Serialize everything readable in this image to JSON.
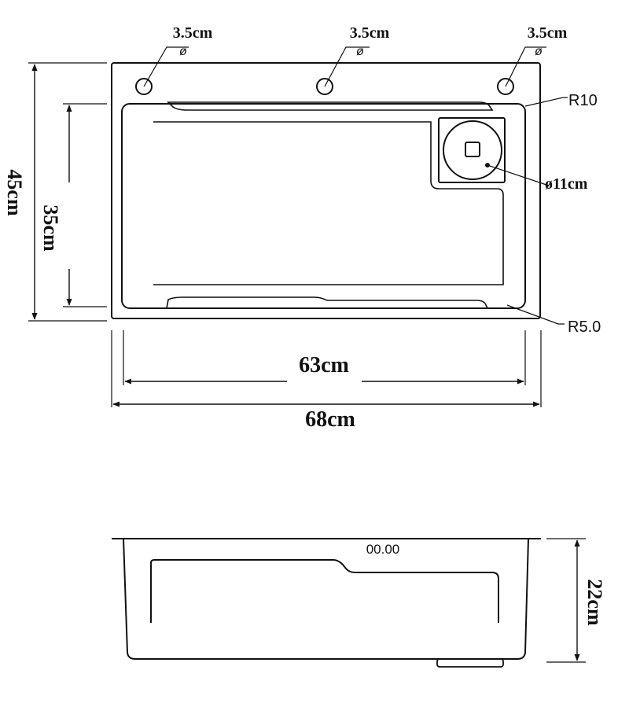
{
  "top_view": {
    "hole_labels": [
      "3.5cm",
      "3.5cm",
      "3.5cm"
    ],
    "diameter_symbol": "ø",
    "radius_outer": "R10",
    "radius_inner": "R5.0",
    "drain_diameter": "ø11cm",
    "outer_height": "45cm",
    "inner_height": "35cm",
    "inner_width": "63cm",
    "outer_width": "68cm"
  },
  "side_view": {
    "display_readout": "00.00",
    "depth": "22cm"
  }
}
